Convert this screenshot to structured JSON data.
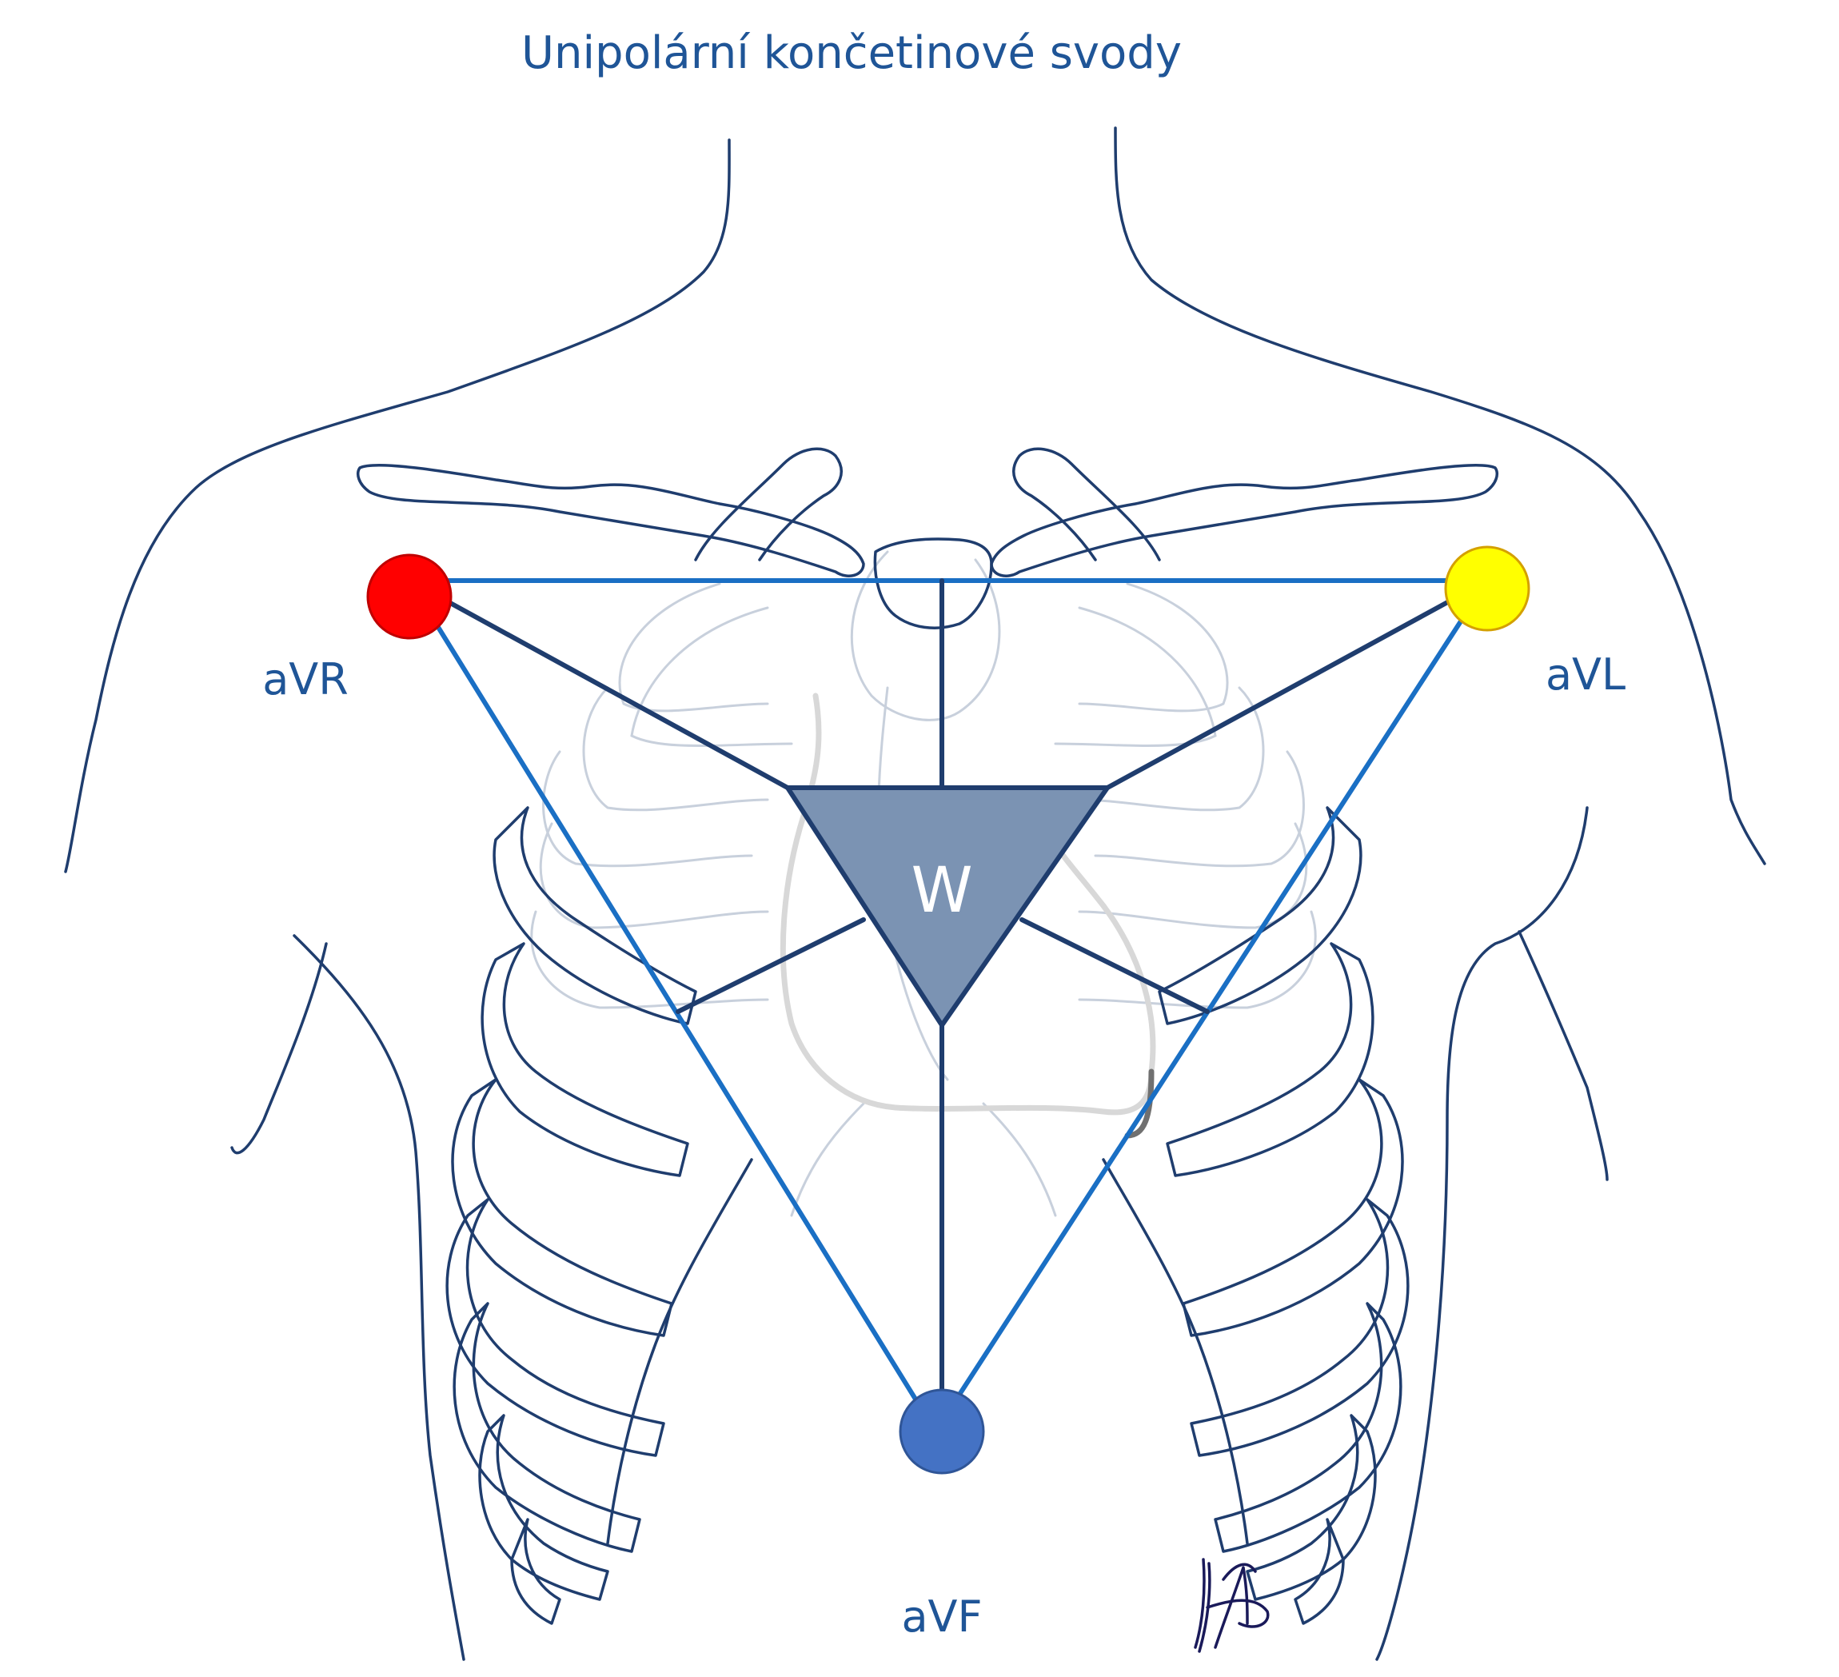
{
  "title": "Unipolární končetinové svody",
  "center_label": "W",
  "electrodes": [
    {
      "id": "avr",
      "label": "aVR",
      "color": "#FF0000",
      "stroke": "#C00000"
    },
    {
      "id": "avl",
      "label": "aVL",
      "color": "#FFFF00",
      "stroke": "#D4A000"
    },
    {
      "id": "avf",
      "label": "aVF",
      "color": "#4472C4",
      "stroke": "#2F5597"
    }
  ],
  "colors": {
    "title": "#1F5597",
    "labels": "#1F5597",
    "body_outline": "#1F3D6E",
    "lead_lines": "#1A6FC4",
    "center_lines": "#1F3D6E",
    "triangle_fill": "#7B93B3",
    "triangle_stroke": "#1F3D6E",
    "center_label": "#ffffff",
    "thorax_faint": "#C8D0DC",
    "heart_outline": "#D8D8D8"
  }
}
